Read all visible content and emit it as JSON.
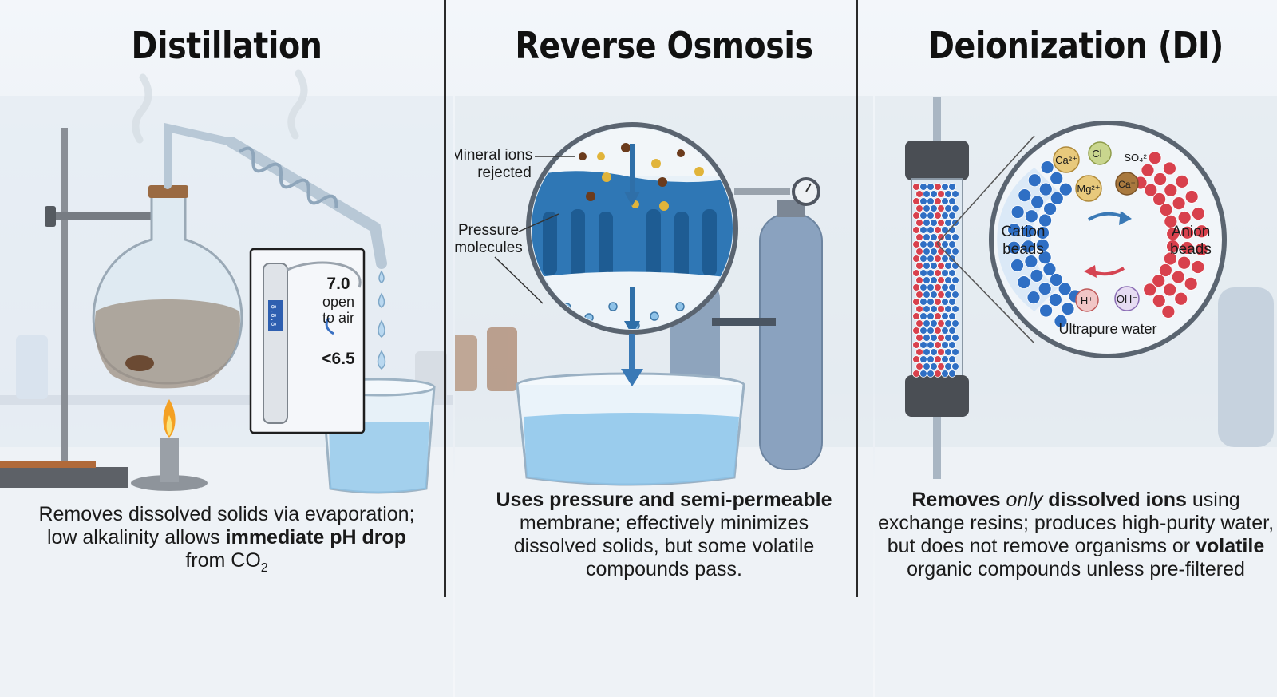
{
  "panels": {
    "distillation": {
      "title": "Distillation",
      "meter": {
        "value_top": "7.0",
        "note_1": "open",
        "note_2": "to air",
        "value_bottom": "<6.5",
        "display": "8.8.8"
      },
      "caption": {
        "line1": "Removes dissolved solids via evaporation;",
        "line2_pre": "low alkalinity allows ",
        "line2_bold": "immediate pH drop",
        "line3_pre": "from CO",
        "line3_sub": "2"
      }
    },
    "reverse_osmosis": {
      "title": "Reverse Osmosis",
      "label_mineral_1": "Mineral ions",
      "label_mineral_2": "rejected",
      "label_pressure_1": "Pressure",
      "label_pressure_2": "molecules",
      "caption": {
        "line1": "Uses pressure and semi-permeable",
        "line2": "membrane; effectively minimizes",
        "line3": "dissolved solids, but some volatile",
        "line4": "compounds pass."
      }
    },
    "deionization": {
      "title": "Deionization (DI)",
      "ions": {
        "ca": "Ca²⁺",
        "cl": "Cl⁻",
        "so4": "SO₄²⁻",
        "mg": "Mg²⁺",
        "ca_small": "Ca⁺",
        "h": "H⁺",
        "oh": "OH⁻"
      },
      "label_cation_1": "Cation",
      "label_cation_2": "beads",
      "label_anion_1": "Anion",
      "label_anion_2": "beads",
      "label_ultrapure": "Ultrapure water",
      "caption": {
        "line1_a": "Removes ",
        "line1_b": "only",
        "line1_c": " dissolved ions",
        "line1_d": " using",
        "line2": "exchange resins; produces high-purity water,",
        "line3_a": "but does not remove organisms or ",
        "line3_b": "volatile",
        "line4": "organic compounds unless pre-filtered"
      }
    }
  },
  "colors": {
    "water_blue": "#8cc4ea",
    "membrane_blue": "#2f77b5",
    "cation_blue": "#2f6fc4",
    "anion_red": "#d8414d",
    "divider": "#2a2a2a"
  }
}
